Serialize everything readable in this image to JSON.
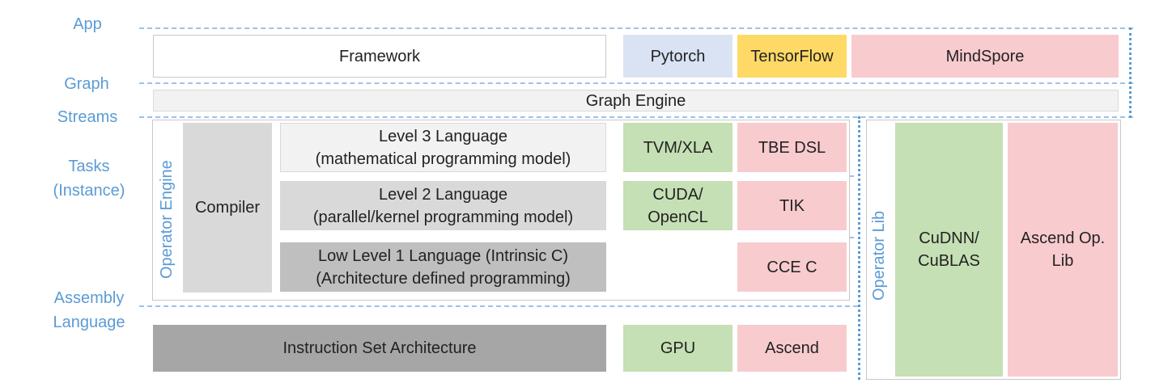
{
  "levels": {
    "app": "App",
    "graph": "Graph",
    "streams": "Streams",
    "tasks": "Tasks\n(Instance)",
    "assembly": "Assembly\nLanguage"
  },
  "framework_row": {
    "framework": "Framework",
    "pytorch": "Pytorch",
    "tensorflow": "TensorFlow",
    "mindspore": "MindSpore"
  },
  "graph_engine": "Graph Engine",
  "operator_engine": {
    "label": "Operator Engine",
    "compiler": "Compiler",
    "level3": "Level 3 Language\n(mathematical programming model)",
    "level2": "Level 2 Language\n(parallel/kernel programming model)",
    "level1": "Low Level 1 Language (Intrinsic C)\n(Architecture defined programming)",
    "tvm_xla": "TVM/XLA",
    "tbe_dsl": "TBE DSL",
    "cuda_opencl": "CUDA/\nOpenCL",
    "tik": "TIK",
    "cce_c": "CCE C"
  },
  "operator_lib": {
    "label": "Operator Lib",
    "cudnn": "CuDNN/\nCuBLAS",
    "ascend_op": "Ascend Op.\nLib"
  },
  "hardware": {
    "isa": "Instruction Set Architecture",
    "gpu": "GPU",
    "ascend": "Ascend"
  }
}
